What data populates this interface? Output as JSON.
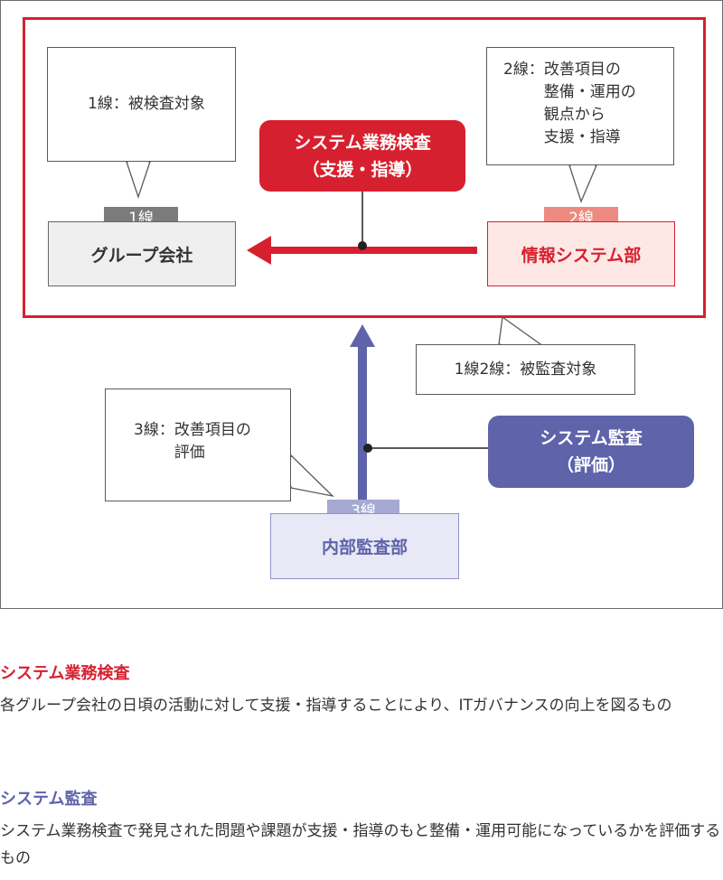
{
  "diagram": {
    "bubble_line1": "1線：被検査対象",
    "bubble_line2": "2線：改善項目の\n　　  整備・運用の\n　　  観点から\n　　  支援・指導",
    "bubble_line12": "1線2線：被監査対象",
    "bubble_line3": "3線：改善項目の\n　　  評価",
    "tag_line1": "1線",
    "tag_line2": "2線",
    "tag_line3": "3線",
    "box_group": "グループ会社",
    "box_infosys": "情報システム部",
    "box_internal_audit": "内部監査部",
    "inspection_title": "システム業務検査",
    "inspection_sub": "（支援・指導）",
    "audit_title": "システム監査",
    "audit_sub": "（評価）"
  },
  "notes": [
    {
      "title": "システム業務検査",
      "body": "各グループ会社の日頃の活動に対して支援・指導することにより、ITガバナンスの向上を図るもの"
    },
    {
      "title": "システム監査",
      "body": "システム業務検査で発見された問題や課題が支援・指導のもと整備・運用可能になっているかを評価するもの"
    }
  ],
  "colors": {
    "red": "#d7202f",
    "purple": "#5e63aa",
    "gray_tag": "#7b7b7b",
    "salmon_tag": "#ee8a80"
  }
}
